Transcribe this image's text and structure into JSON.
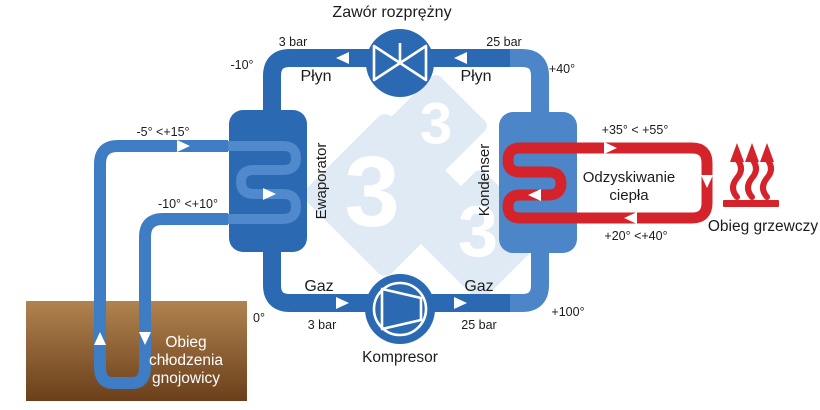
{
  "diagram": {
    "valve_label": "Zawór rozprężny",
    "evaporator_label": "Ewaporator",
    "condenser_label": "Kondenser",
    "compressor_label": "Kompresor"
  },
  "refrigerant": {
    "liquid_left": "Płyn",
    "liquid_right": "Płyn",
    "gas_left": "Gaz",
    "gas_right": "Gaz",
    "pressure_top_left": "3 bar",
    "pressure_top_right": "25 bar",
    "pressure_bottom_left": "3 bar",
    "pressure_bottom_right": "25 bar",
    "temp_after_valve": "-10°",
    "temp_before_condenser": "+40°",
    "temp_after_evaporator": "0°",
    "temp_after_compressor": "+100°"
  },
  "ground_loop": {
    "temp_supply": "-5° <+15°",
    "temp_return": "-10° <+10°",
    "caption_line1": "Obieg",
    "caption_line2": "chłodzenia",
    "caption_line3": "gnojowicy"
  },
  "heating_loop": {
    "temp_supply": "+35° < +55°",
    "temp_return": "+20° <+40°",
    "recovery_line1": "Odzyskiwanie",
    "recovery_line2": "ciepła",
    "circuit_label": "Obieg grzewczy"
  },
  "watermark": {
    "digit1": "3",
    "digit2": "3",
    "digit3": "3"
  },
  "colors": {
    "pipe_dark_blue": "#2b6ab3",
    "pipe_medium_blue": "#4d86c8",
    "ground_pipe_blue": "#3e7cc3",
    "coil_light_blue": "#5089cc",
    "heat_red": "#d4232a",
    "ground_top": "#b08350",
    "ground_bottom": "#6b3f1a",
    "watermark_blue": "#dfeaf5",
    "text": "#1c1c1c"
  }
}
